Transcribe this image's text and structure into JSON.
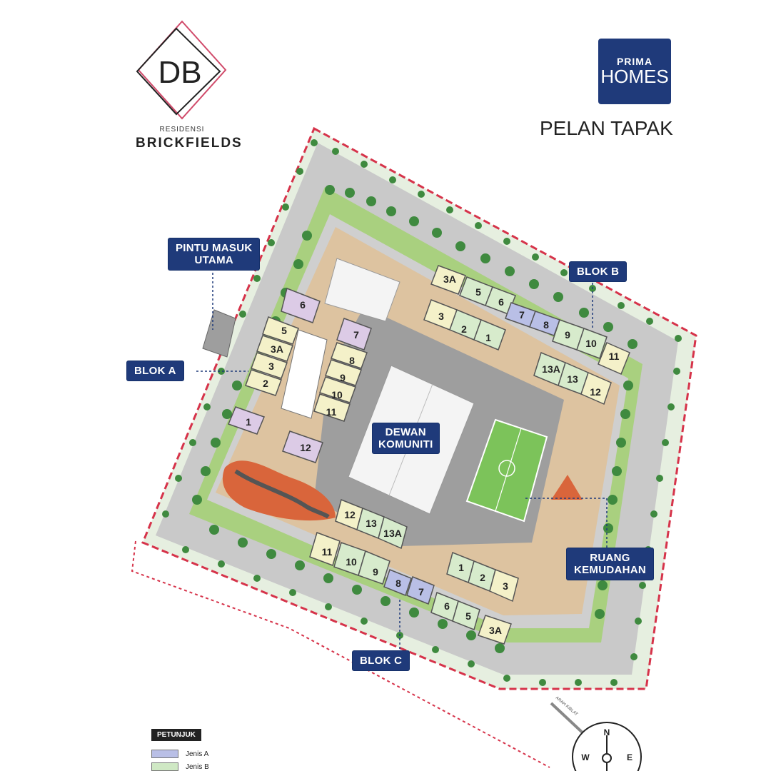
{
  "brand": {
    "logo_letters": "DB",
    "residensi": "RESIDENSI",
    "name": "BRICKFIELDS"
  },
  "developer": {
    "line1": "PRIMA",
    "line2": "HOMES",
    "color": "#1f3a7a"
  },
  "map_title": "PELAN TAPAK",
  "labels": {
    "main_entrance_1": "PINTU MASUK",
    "main_entrance_2": "UTAMA",
    "block_a": "BLOK A",
    "block_b": "BLOK B",
    "block_c": "BLOK C",
    "community_hall_1": "DEWAN",
    "community_hall_2": "KOMUNITI",
    "facilities_1": "RUANG",
    "facilities_2": "KEMUDAHAN",
    "qibla": "ARAH KIBLAT"
  },
  "compass": {
    "n": "N",
    "w": "W",
    "e": "E"
  },
  "legend": {
    "title": "PETUNJUK",
    "items": [
      {
        "label": "Jenis A",
        "color": "#b9bfe6"
      },
      {
        "label": "Jenis B",
        "color": "#cfe8c4"
      }
    ]
  },
  "units": {
    "block_a": [
      "6",
      "7",
      "5",
      "3A",
      "8",
      "3",
      "9",
      "2",
      "10",
      "1",
      "11",
      "12"
    ],
    "block_b": [
      "3A",
      "5",
      "6",
      "3",
      "2",
      "1",
      "7",
      "8",
      "9",
      "10",
      "11",
      "13A",
      "13",
      "12"
    ],
    "block_c": [
      "12",
      "13",
      "13A",
      "11",
      "10",
      "9",
      "8",
      "7",
      "1",
      "2",
      "3",
      "6",
      "5",
      "3A"
    ]
  },
  "colors": {
    "road": "#c9c9c9",
    "grass": "#a9d07f",
    "tree": "#3f8a3f",
    "boundary": "#d6334a",
    "plaza": "#ddc3a0",
    "court": "#7cc35a",
    "unit_yellow": "#f4f1c9",
    "unit_green": "#d7ebcc",
    "unit_purple": "#dccbe6",
    "unit_blue": "#b9bfe6"
  }
}
